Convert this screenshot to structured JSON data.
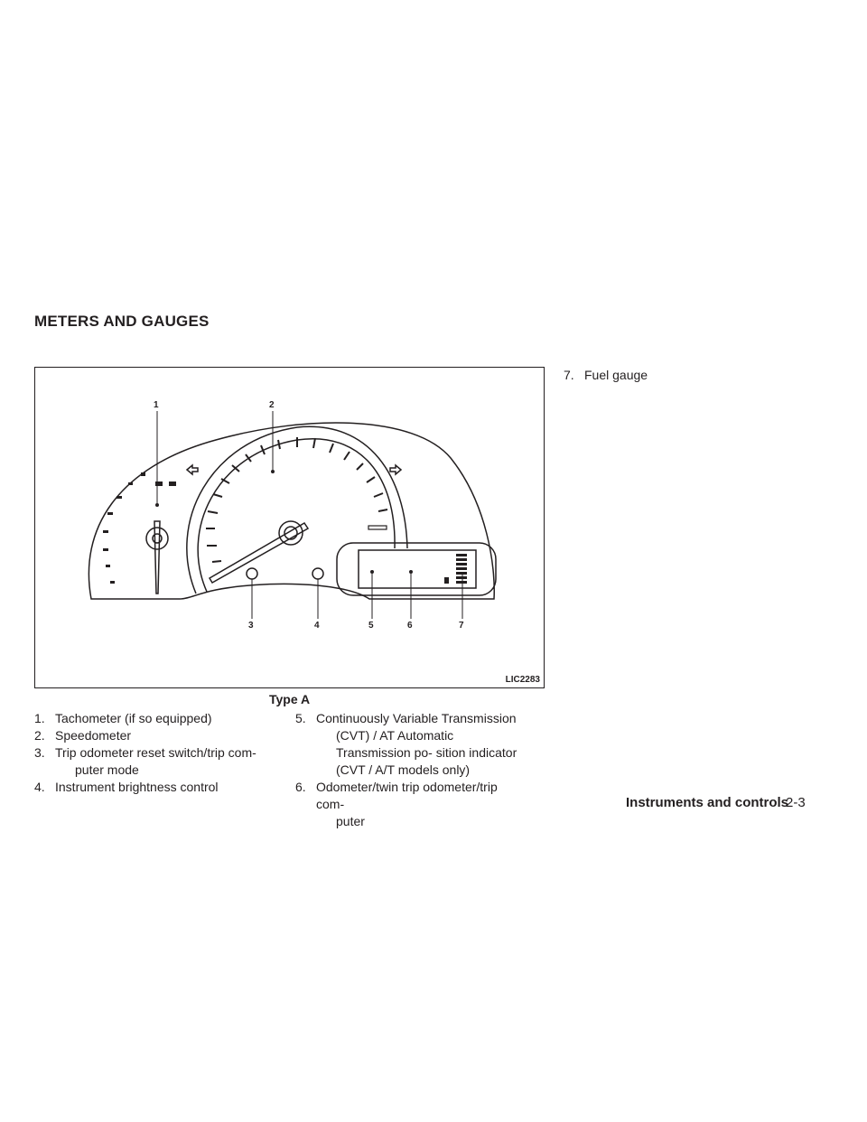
{
  "section_title": "METERS AND GAUGES",
  "figure": {
    "code": "LIC2283",
    "caption": "Type A",
    "callouts": [
      "1",
      "2",
      "3",
      "4",
      "5",
      "6",
      "7"
    ]
  },
  "items_left": [
    {
      "num": "1.",
      "first": "Tachometer (if so equipped)",
      "cont": ""
    },
    {
      "num": "2.",
      "first": "Speedometer",
      "cont": ""
    },
    {
      "num": "3.",
      "first": "Trip odometer reset switch/trip com-",
      "cont": "puter mode"
    },
    {
      "num": "4.",
      "first": "Instrument brightness control",
      "cont": ""
    }
  ],
  "items_mid": [
    {
      "num": "5.",
      "first": "Continuously Variable Transmission",
      "cont": "(CVT) / AT Automatic Transmission po- sition indicator (CVT / A/T models only)"
    },
    {
      "num": "6.",
      "first": "Odometer/twin trip odometer/trip com-",
      "cont": "puter"
    }
  ],
  "items_right": [
    {
      "num": "7.",
      "first": "Fuel gauge",
      "cont": ""
    }
  ],
  "footer": {
    "section": "Instruments and controls",
    "page": "2-3"
  }
}
